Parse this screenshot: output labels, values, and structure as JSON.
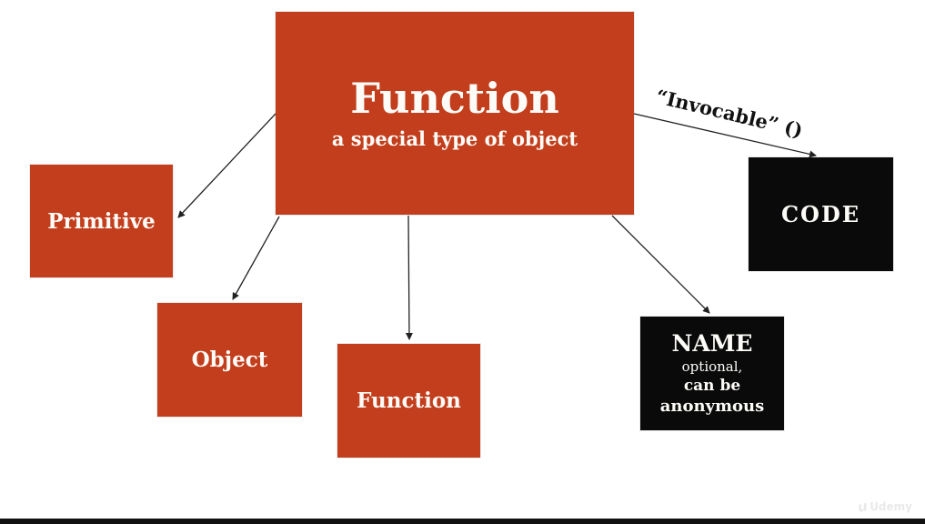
{
  "colors": {
    "box_red": "#c23e1d",
    "box_black": "#0a0a0a",
    "background": "#ffffff",
    "arrow": "#222222",
    "bottom_bar": "#111111",
    "box_text": "#fdfcf8"
  },
  "main_box": {
    "title": "Function",
    "subtitle": "a special type of object"
  },
  "nodes": {
    "primitive": {
      "label": "Primitive"
    },
    "object": {
      "label": "Object"
    },
    "function_small": {
      "label": "Function"
    },
    "name": {
      "title": "NAME",
      "line1": "optional,",
      "line2": "can be",
      "line3": "anonymous"
    },
    "code": {
      "label": "CODE"
    }
  },
  "edge_labels": {
    "invocable": "“Invocable”  ()"
  },
  "watermark": {
    "brand": "Udemy",
    "mark": "u"
  }
}
